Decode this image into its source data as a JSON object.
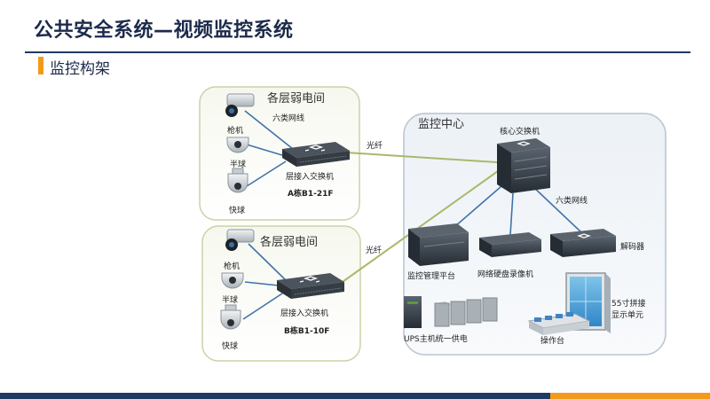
{
  "header": {
    "title": "公共安全系统—视频监控系统",
    "subtitle": "监控构架"
  },
  "diagram": {
    "floor_a": {
      "title": "各层弱电间",
      "cable_label": "六类网线",
      "cam1": "枪机",
      "cam2": "半球",
      "cam3": "快球",
      "switch_label": "层接入交换机",
      "switch_id": "A栋B1-21F"
    },
    "floor_b": {
      "title": "各层弱电间",
      "cam1": "枪机",
      "cam2": "半球",
      "cam3": "快球",
      "switch_label": "层接入交换机",
      "switch_id": "B栋B1-10F"
    },
    "fiber_a": "光纤",
    "fiber_b": "光纤",
    "center": {
      "title": "监控中心",
      "core_switch": "核心交换机",
      "cable_label": "六类网线",
      "platform": "监控管理平台",
      "nvr": "网络硬盘录像机",
      "decoder": "解码器",
      "display_line1": "55寸拼接",
      "display_line2": "显示单元",
      "ups": "UPS主机统一供电",
      "console": "操作台"
    }
  }
}
